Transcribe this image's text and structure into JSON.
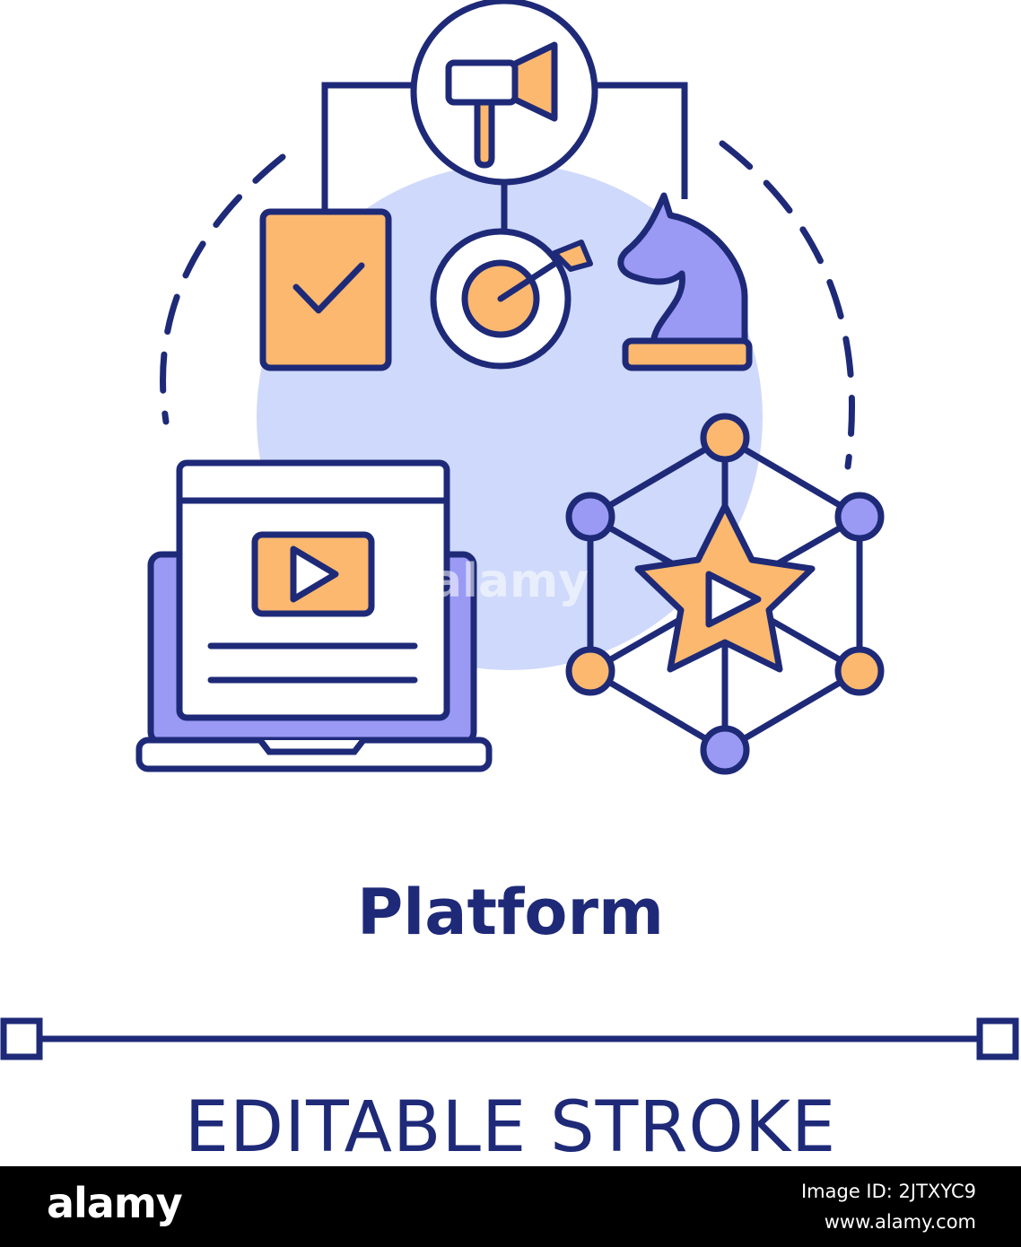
{
  "title": "Platform",
  "subtitle": "EDITABLE STROKE",
  "footer": {
    "logo": "alamy",
    "image_id": "Image ID: 2JTXYC9",
    "url": "www.alamy.com"
  },
  "watermark": "alamy",
  "colors": {
    "outline": "#1e2a78",
    "orange": "#fbb86e",
    "purple": "#9a9af5",
    "light_blue": "#cfd9fb",
    "background": "#ffffff"
  },
  "icons": [
    "megaphone-icon",
    "checklist-icon",
    "target-icon",
    "chess-knight-icon",
    "laptop-video-icon",
    "star-network-icon"
  ]
}
